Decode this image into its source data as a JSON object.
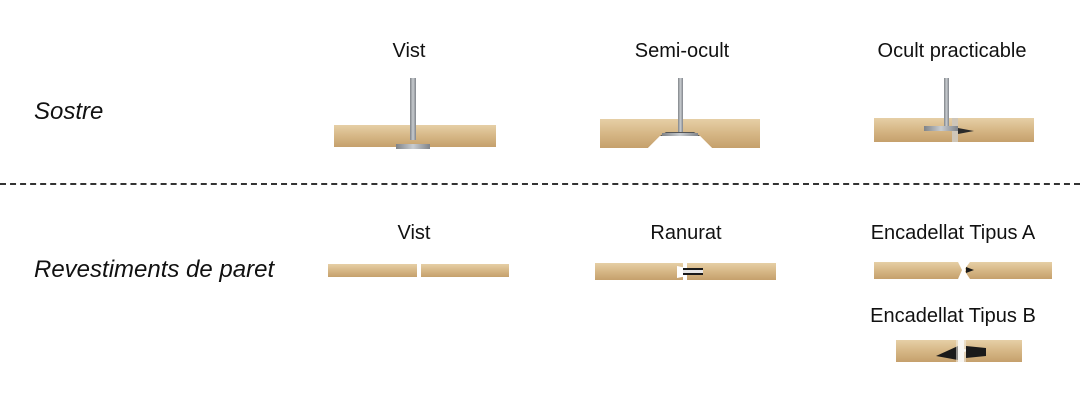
{
  "rows": [
    {
      "label": "Sostre",
      "items": [
        {
          "caption": "Vist",
          "icon": "exposed-ceiling-joint-icon"
        },
        {
          "caption": "Semi-ocult",
          "icon": "semi-hidden-ceiling-joint-icon"
        },
        {
          "caption": "Ocult practicable",
          "icon": "hidden-accessible-ceiling-joint-icon"
        }
      ]
    },
    {
      "label": "Revestiments de paret",
      "items": [
        {
          "caption": "Vist",
          "icon": "exposed-wall-joint-icon"
        },
        {
          "caption": "Ranurat",
          "icon": "grooved-wall-joint-icon"
        },
        {
          "caption": "Encadellat Tipus A",
          "icon": "tongue-groove-type-a-icon"
        },
        {
          "caption": "Encadellat Tipus B",
          "icon": "tongue-groove-type-b-icon"
        }
      ]
    }
  ],
  "colors": {
    "wood": "#d9bc8f",
    "wood_dark": "#c9a36f",
    "metal": "#9a9ea3",
    "gap": "#1a1a1a",
    "divider": "#333333"
  }
}
